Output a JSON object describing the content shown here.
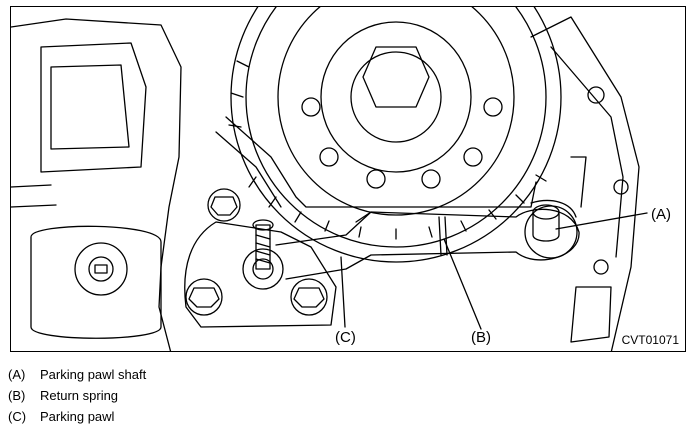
{
  "figure": {
    "code": "CVT01071",
    "callouts": [
      {
        "id": "A",
        "text": "(A)"
      },
      {
        "id": "B",
        "text": "(B)"
      },
      {
        "id": "C",
        "text": "(C)"
      }
    ]
  },
  "legend": [
    {
      "label": "(A)",
      "text": "Parking pawl shaft"
    },
    {
      "label": "(B)",
      "text": "Return spring"
    },
    {
      "label": "(C)",
      "text": "Parking pawl"
    }
  ]
}
